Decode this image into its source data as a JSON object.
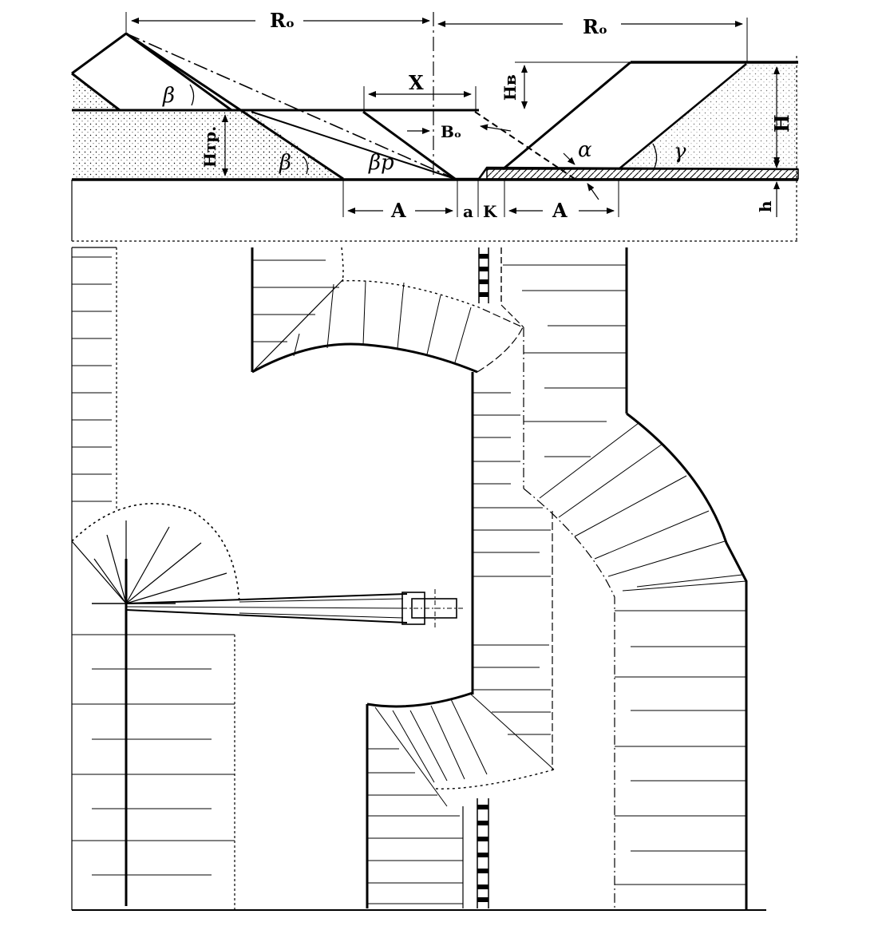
{
  "labels": {
    "r0_left": "Rₒ",
    "r0_right": "Rₒ",
    "x": "X",
    "h_v": "Hв",
    "h_tr": "Hтр.",
    "h": "H",
    "h_small": "h",
    "b0": "Bₒ",
    "beta_top": "β",
    "beta_bottom": "β",
    "beta_r": "βр",
    "alpha": "α",
    "gamma": "γ",
    "a_left": "A",
    "a_small": "a",
    "k": "K",
    "a_right": "A"
  },
  "colors": {
    "ink": "#000000",
    "paper": "#ffffff"
  }
}
